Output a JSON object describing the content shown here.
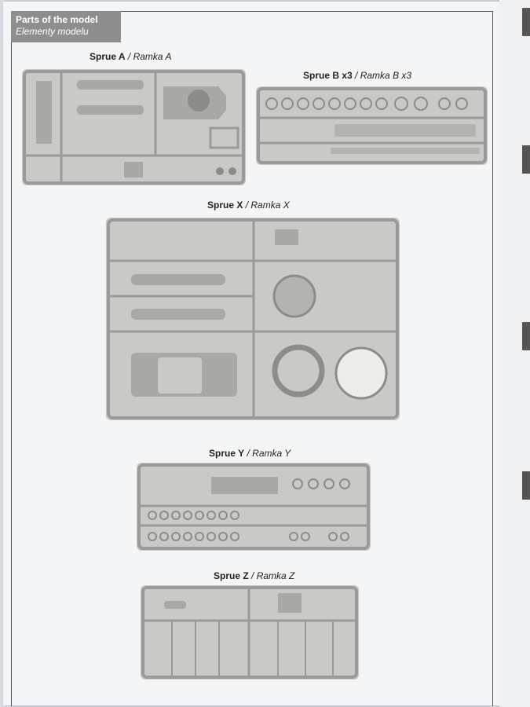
{
  "header": {
    "title": "Parts of the model",
    "subtitle": "Elementy modelu"
  },
  "sprues": {
    "a": {
      "name": "Sprue A",
      "separator": " / ",
      "local_name": "Ramka A"
    },
    "b": {
      "name": "Sprue B x3",
      "separator": " / ",
      "local_name": "Ramka B x3"
    },
    "x": {
      "name": "Sprue X",
      "separator": " / ",
      "local_name": "Ramka X"
    },
    "y": {
      "name": "Sprue Y",
      "separator": " / ",
      "local_name": "Ramka Y"
    },
    "z": {
      "name": "Sprue Z",
      "separator": " / ",
      "local_name": "Ramka Z"
    }
  },
  "colors": {
    "page": "#f4f5f7",
    "sprue": "#c9c9c7",
    "header": "#8e8e8e"
  }
}
